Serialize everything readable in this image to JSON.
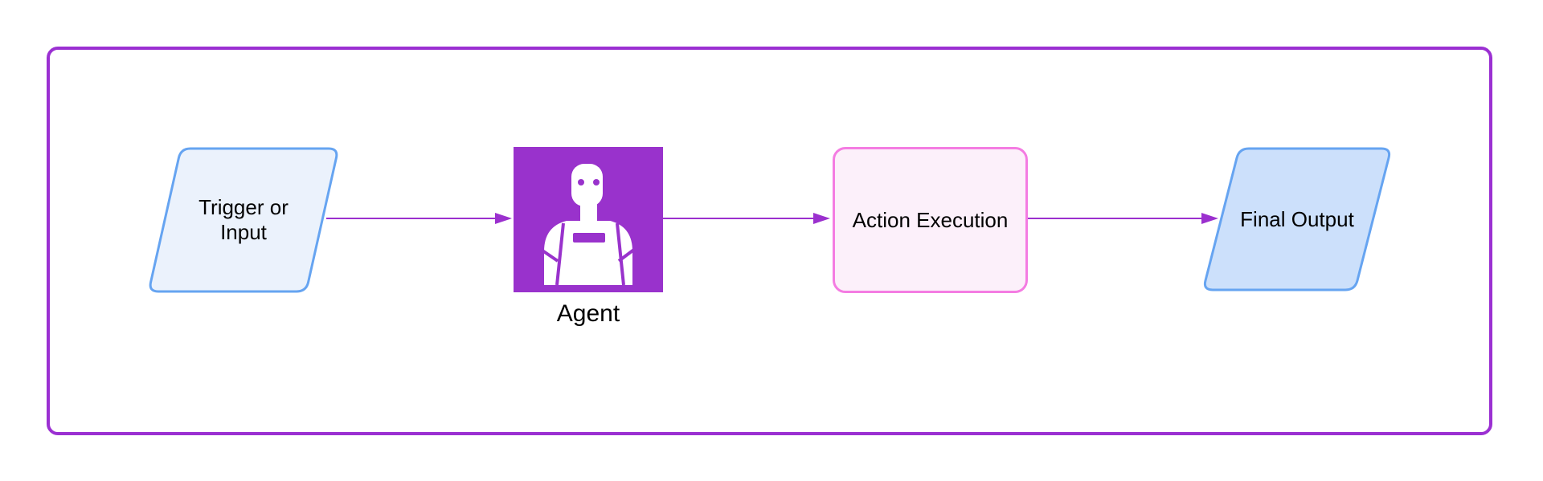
{
  "diagram": {
    "title": "",
    "nodes": {
      "trigger": {
        "label": "Trigger or\nInput",
        "shape": "parallelogram",
        "fill": "#ebf2fc",
        "stroke": "#66a4f1"
      },
      "agent": {
        "label": "Agent",
        "shape": "image-square",
        "icon": "robot-icon",
        "fill": "#9932cc"
      },
      "action": {
        "label": "Action Execution",
        "shape": "rounded-rectangle",
        "fill": "#fcf0fa",
        "stroke": "#f47ce2"
      },
      "output": {
        "label": "Final Output",
        "shape": "parallelogram",
        "fill": "#cce0fb",
        "stroke": "#66a4f1"
      }
    },
    "connectors": [
      {
        "from": "trigger",
        "to": "agent"
      },
      {
        "from": "agent",
        "to": "action"
      },
      {
        "from": "action",
        "to": "output"
      }
    ],
    "colors": {
      "background": "#ffffff",
      "frame_border": "#9b30d2",
      "arrow": "#9b30ce",
      "agent_purple": "#9932cc",
      "icon_white": "#ffffff",
      "text": "#000000"
    }
  }
}
